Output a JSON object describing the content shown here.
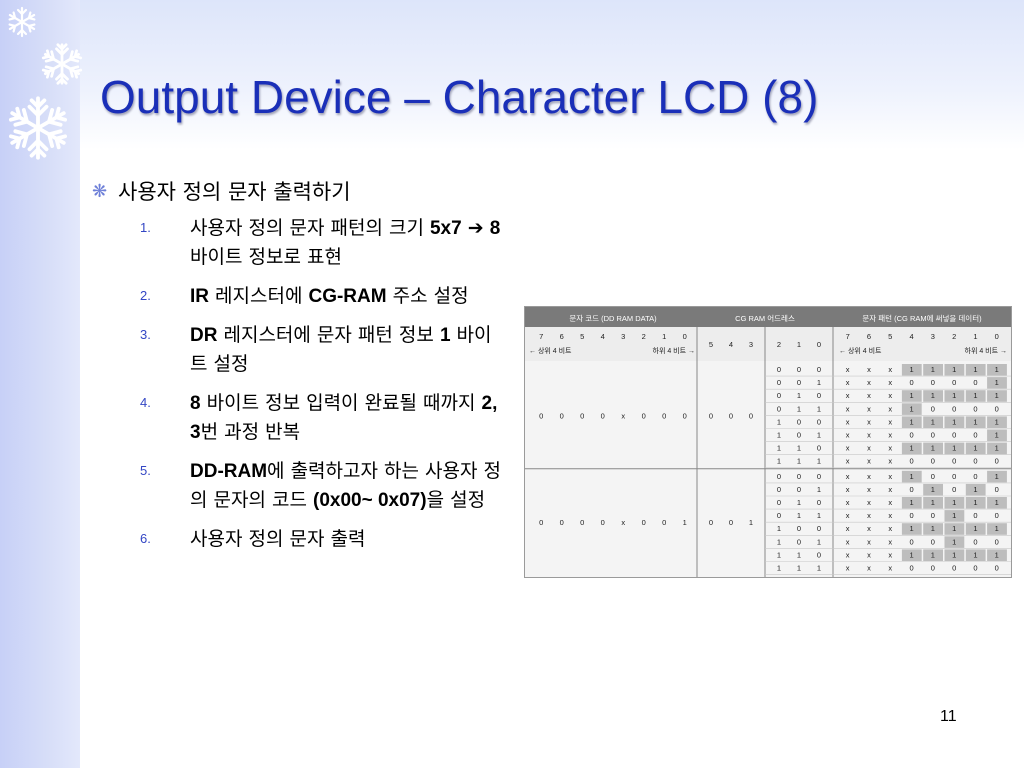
{
  "slide": {
    "title": "Output Device – Character LCD (8)",
    "heading": "사용자 정의 문자 출력하기",
    "page_number": "11",
    "icons": {
      "bullet": "asterisk-bullet-icon",
      "decoration": "snowflake-icon"
    },
    "colors": {
      "title": "#1a2fb8",
      "numbering": "#3346c4",
      "sidebar": "#c7d0f7"
    },
    "steps": [
      {
        "num": "1.",
        "parts": [
          {
            "t": "사용자 정의 문자 패턴의 크기 "
          },
          {
            "t": "5x7",
            "b": true
          },
          {
            "t": " "
          },
          {
            "arrow": true
          },
          {
            "t": " "
          },
          {
            "t": "8",
            "b": true
          },
          {
            "t": " 바이트 정보로 표현"
          }
        ]
      },
      {
        "num": "2.",
        "parts": [
          {
            "t": "IR",
            "b": true
          },
          {
            "t": " 레지스터에 "
          },
          {
            "t": "CG-RAM",
            "b": true
          },
          {
            "t": " 주소 설정"
          }
        ]
      },
      {
        "num": "3.",
        "parts": [
          {
            "t": "DR",
            "b": true
          },
          {
            "t": " 레지스터에 문자 패턴 정보 "
          },
          {
            "t": "1",
            "b": true
          },
          {
            "t": " 바이트 설정"
          }
        ]
      },
      {
        "num": "4.",
        "parts": [
          {
            "t": "8",
            "b": true
          },
          {
            "t": " 바이트 정보 입력이 완료될 때까지 "
          },
          {
            "t": "2, 3",
            "b": true
          },
          {
            "t": "번 과정 반복"
          }
        ]
      },
      {
        "num": "5.",
        "parts": [
          {
            "t": "DD-RAM",
            "b": true
          },
          {
            "t": "에 출력하고자 하는 사용자 정의 문자의 코드 "
          },
          {
            "t": "(0x00~ 0x07)",
            "b": true
          },
          {
            "t": "을 설정"
          }
        ]
      },
      {
        "num": "6.",
        "parts": [
          {
            "t": "사용자 정의 문자 출력"
          }
        ]
      }
    ]
  },
  "cg_table": {
    "headers": {
      "char_code": "문자 코드 (DD RAM DATA)",
      "cg_address": "CG RAM 어드레스",
      "char_pattern": "문자 패턴 (CG RAM에 써넣을 데이터)",
      "bit_cols_char": [
        "7",
        "6",
        "5",
        "4",
        "3",
        "2",
        "1",
        "0"
      ],
      "bit_cols_addr_hi": [
        "5",
        "4",
        "3"
      ],
      "bit_cols_addr_lo": [
        "2",
        "1",
        "0"
      ],
      "bit_cols_pattern": [
        "7",
        "6",
        "5",
        "4",
        "3",
        "2",
        "1",
        "0"
      ],
      "upper4_label": "← 상위 4 비트",
      "lower4_label": "하위 4 비트 →"
    },
    "groups": [
      {
        "char_code": [
          "0",
          "0",
          "0",
          "0",
          "x",
          "0",
          "0",
          "0"
        ],
        "addr_hi": [
          "0",
          "0",
          "0"
        ],
        "rows": [
          {
            "addr_lo": [
              "0",
              "0",
              "0"
            ],
            "pattern": [
              "x",
              "x",
              "x",
              "1",
              "1",
              "1",
              "1",
              "1"
            ]
          },
          {
            "addr_lo": [
              "0",
              "0",
              "1"
            ],
            "pattern": [
              "x",
              "x",
              "x",
              "0",
              "0",
              "0",
              "0",
              "1"
            ]
          },
          {
            "addr_lo": [
              "0",
              "1",
              "0"
            ],
            "pattern": [
              "x",
              "x",
              "x",
              "1",
              "1",
              "1",
              "1",
              "1"
            ]
          },
          {
            "addr_lo": [
              "0",
              "1",
              "1"
            ],
            "pattern": [
              "x",
              "x",
              "x",
              "1",
              "0",
              "0",
              "0",
              "0"
            ]
          },
          {
            "addr_lo": [
              "1",
              "0",
              "0"
            ],
            "pattern": [
              "x",
              "x",
              "x",
              "1",
              "1",
              "1",
              "1",
              "1"
            ]
          },
          {
            "addr_lo": [
              "1",
              "0",
              "1"
            ],
            "pattern": [
              "x",
              "x",
              "x",
              "0",
              "0",
              "0",
              "0",
              "1"
            ]
          },
          {
            "addr_lo": [
              "1",
              "1",
              "0"
            ],
            "pattern": [
              "x",
              "x",
              "x",
              "1",
              "1",
              "1",
              "1",
              "1"
            ]
          },
          {
            "addr_lo": [
              "1",
              "1",
              "1"
            ],
            "pattern": [
              "x",
              "x",
              "x",
              "0",
              "0",
              "0",
              "0",
              "0"
            ]
          }
        ]
      },
      {
        "char_code": [
          "0",
          "0",
          "0",
          "0",
          "x",
          "0",
          "0",
          "1"
        ],
        "addr_hi": [
          "0",
          "0",
          "1"
        ],
        "rows": [
          {
            "addr_lo": [
              "0",
              "0",
              "0"
            ],
            "pattern": [
              "x",
              "x",
              "x",
              "1",
              "0",
              "0",
              "0",
              "1"
            ]
          },
          {
            "addr_lo": [
              "0",
              "0",
              "1"
            ],
            "pattern": [
              "x",
              "x",
              "x",
              "0",
              "1",
              "0",
              "1",
              "0"
            ]
          },
          {
            "addr_lo": [
              "0",
              "1",
              "0"
            ],
            "pattern": [
              "x",
              "x",
              "x",
              "1",
              "1",
              "1",
              "1",
              "1"
            ]
          },
          {
            "addr_lo": [
              "0",
              "1",
              "1"
            ],
            "pattern": [
              "x",
              "x",
              "x",
              "0",
              "0",
              "1",
              "0",
              "0"
            ]
          },
          {
            "addr_lo": [
              "1",
              "0",
              "0"
            ],
            "pattern": [
              "x",
              "x",
              "x",
              "1",
              "1",
              "1",
              "1",
              "1"
            ]
          },
          {
            "addr_lo": [
              "1",
              "0",
              "1"
            ],
            "pattern": [
              "x",
              "x",
              "x",
              "0",
              "0",
              "1",
              "0",
              "0"
            ]
          },
          {
            "addr_lo": [
              "1",
              "1",
              "0"
            ],
            "pattern": [
              "x",
              "x",
              "x",
              "1",
              "1",
              "1",
              "1",
              "1"
            ]
          },
          {
            "addr_lo": [
              "1",
              "1",
              "1"
            ],
            "pattern": [
              "x",
              "x",
              "x",
              "0",
              "0",
              "0",
              "0",
              "0"
            ]
          }
        ]
      }
    ]
  }
}
